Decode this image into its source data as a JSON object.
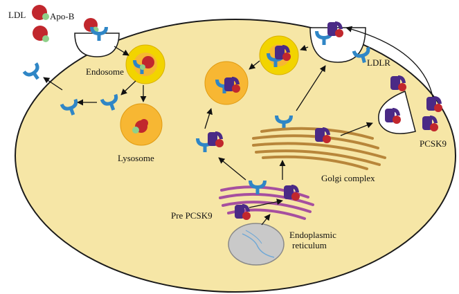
{
  "labels": {
    "ldl": "LDL",
    "apo_b": "Apo-B",
    "endosome": "Endosome",
    "lysosome": "Lysosome",
    "ldlr": "LDLR",
    "pcsk9": "PCSK9",
    "golgi": "Golgi complex",
    "pre_pcsk9": "Pre PCSK9",
    "er_line1": "Endoplasmic",
    "er_line2": "reticulum"
  },
  "colors": {
    "cell_fill": "#f6e6a6",
    "cell_stroke": "#1a1a1a",
    "receptor": "#2f86c6",
    "ldl": "#c1272d",
    "apo_b": "#8fd08a",
    "pcsk9_body": "#4a2a86",
    "pcsk9_cap": "#c1272d",
    "endosome_outer": "#f2d400",
    "lysosome_outer": "#f7b733",
    "golgi": "#b8863a",
    "er": "#a64f9f",
    "nucleus": "#c9c9c9"
  },
  "icons": [
    "ldl-particle",
    "apo-b",
    "ldl-receptor",
    "pcsk9-protein"
  ]
}
